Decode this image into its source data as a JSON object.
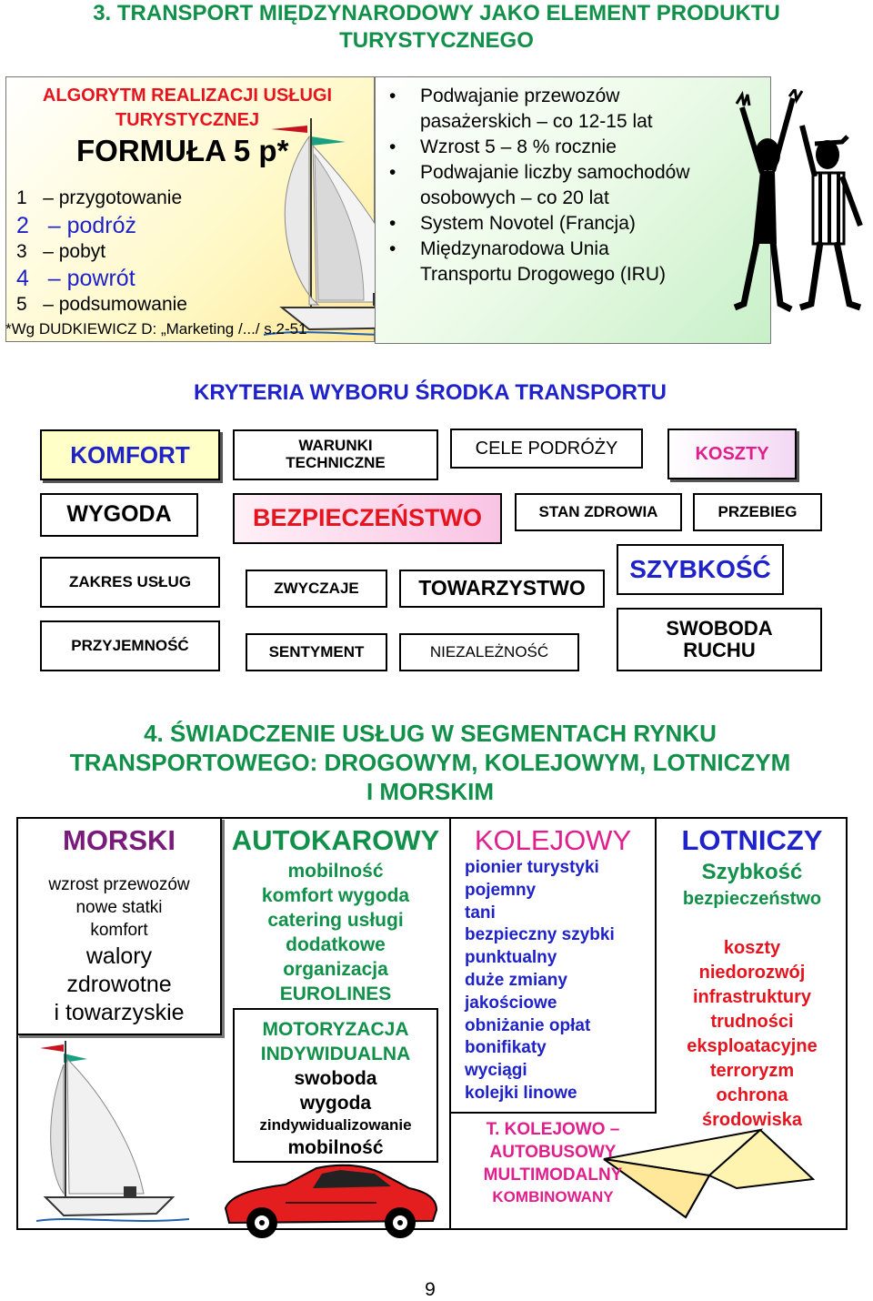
{
  "title": {
    "line1": "3. TRANSPORT MIĘDZYNARODOWY JAKO ELEMENT PRODUKTU",
    "line2": "TURYSTYCZNEGO"
  },
  "algorithm": {
    "title_line1": "ALGORYTM REALIZACJI USŁUGI",
    "title_line2": "TURYSTYCZNEJ",
    "formula": "FORMUŁA 5 p*",
    "items": [
      {
        "num": "1",
        "label": "– przygotowanie"
      },
      {
        "num": "2",
        "label": "– podróż"
      },
      {
        "num": "3",
        "label": "– pobyt"
      },
      {
        "num": "4",
        "label": "– powrót"
      },
      {
        "num": "5",
        "label": "– podsumowanie"
      }
    ],
    "citation": "*Wg DUDKIEWICZ D: „Marketing /.../ s.2-51"
  },
  "bullets": [
    {
      "line1": "Podwajanie przewozów",
      "line2": "pasażerskich – co 12-15  lat"
    },
    {
      "line1": "Wzrost 5 – 8 % rocznie"
    },
    {
      "line1": "Podwajanie liczby samochodów",
      "line2": "osobowych – co 20 lat"
    },
    {
      "line1": "System Novotel (Francja)"
    },
    {
      "line1": "Międzynarodowa Unia",
      "line2": "Transportu Drogowego (IRU)"
    }
  ],
  "kryteria": {
    "title": "KRYTERIA WYBORU ŚRODKA TRANSPORTU",
    "komfort": "KOMFORT",
    "warunki_line1": "WARUNKI",
    "warunki_line2": "TECHNICZNE",
    "cele": "CELE PODRÓŻY",
    "koszty": "KOSZTY",
    "wygoda": "WYGODA",
    "bezpieczenstwo": "BEZPIECZEŃSTWO",
    "stan_zdrowia": "STAN ZDROWIA",
    "przebieg": "PRZEBIEG",
    "zakres_uslug": "ZAKRES USŁUG",
    "zwyczaje": "ZWYCZAJE",
    "towarzystwo": "TOWARZYSTWO",
    "szybkosc": "SZYBKOŚĆ",
    "przyjemnosc": "PRZYJEMNOŚĆ",
    "sentyment": "SENTYMENT",
    "niezaleznosc": "NIEZALEŻNOŚĆ",
    "swoboda_line1": "SWOBODA",
    "swoboda_line2": "RUCHU"
  },
  "section4": {
    "line1": "4. ŚWIADCZENIE USŁUG W SEGMENTACH RYNKU",
    "line2": "TRANSPORTOWEGO: DROGOWYM, KOLEJOWYM, LOTNICZYM",
    "line3": "I MORSKIM"
  },
  "segments": {
    "morski": {
      "title": "MORSKI",
      "small": [
        "wzrost przewozów",
        "nowe statki",
        "komfort"
      ],
      "large": [
        "walory",
        "zdrowotne",
        "i towarzyskie"
      ]
    },
    "autokarowy": {
      "title": "AUTOKAROWY",
      "lines": [
        "mobilność",
        "komfort   wygoda",
        "catering  usługi",
        "dodatkowe",
        "organizacja",
        "EUROLINES"
      ]
    },
    "motoryzacja": {
      "title_line1": "MOTORYZACJA",
      "title_line2": "INDYWIDUALNA",
      "lines": [
        "swoboda",
        "wygoda"
      ],
      "small": "zindywidualizowanie",
      "last": "mobilność"
    },
    "kolejowy": {
      "title": "KOLEJOWY",
      "lines": [
        "pionier turystyki",
        "pojemny",
        "tani",
        "bezpieczny  szybki",
        "punktualny",
        "duże zmiany",
        "jakościowe",
        "obniżanie opłat",
        "bonifikaty",
        "wyciągi",
        "kolejki linowe"
      ],
      "sub_lines": [
        "T. KOLEJOWO –",
        "AUTOBUSOWY",
        "MULTIMODALNY",
        "KOMBINOWANY"
      ]
    },
    "lotniczy": {
      "title": "LOTNICZY",
      "speed": "Szybkość",
      "safety": "bezpieczeństwo",
      "lines": [
        "koszty",
        "niedorozwój",
        "infrastruktury",
        "trudności",
        "eksploatacyjne",
        "terroryzm",
        "ochrona",
        "środowiska"
      ]
    }
  },
  "page_number": "9",
  "colors": {
    "title_green": "#109048",
    "heading_blue": "#1e22c8",
    "alert_red": "#e6141e",
    "magenta": "#e01e8c",
    "purple": "#7a1a7a"
  }
}
